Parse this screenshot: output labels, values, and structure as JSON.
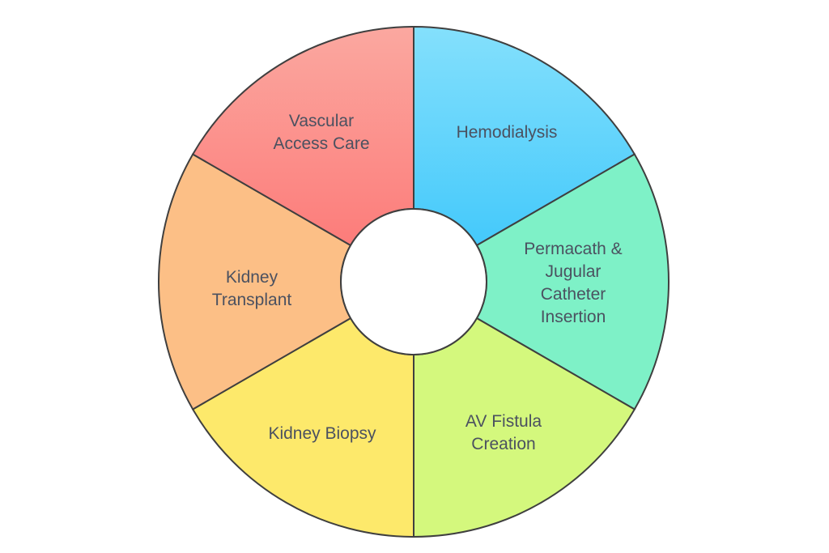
{
  "segments": [
    {
      "id": "hemodialysis",
      "lines": [
        "Hemodialysis"
      ],
      "color_top": "#84e0fc",
      "color_bottom": "#44c9fb"
    },
    {
      "id": "permacath",
      "lines": [
        "Permacath &",
        "Jugular",
        "Catheter",
        "Insertion"
      ],
      "color_top": "#7ef1c7",
      "color_bottom": "#7ef1c7"
    },
    {
      "id": "av-fistula",
      "lines": [
        "AV Fistula",
        "Creation"
      ],
      "color_top": "#d4f87d",
      "color_bottom": "#d4f87d"
    },
    {
      "id": "kidney-biopsy",
      "lines": [
        "Kidney Biopsy"
      ],
      "color_top": "#fde96b",
      "color_bottom": "#fde96b"
    },
    {
      "id": "kidney-transplant",
      "lines": [
        "Kidney",
        "Transplant"
      ],
      "color_top": "#fcbf86",
      "color_bottom": "#fcbf86"
    },
    {
      "id": "vascular-access",
      "lines": [
        "Vascular",
        "Access Care"
      ],
      "color_top": "#fba8a0",
      "color_bottom": "#fc7c7a"
    }
  ],
  "colors": {
    "outline": "#3f3f3f",
    "label_text": "#4b5160",
    "center_fill": "#ffffff"
  }
}
